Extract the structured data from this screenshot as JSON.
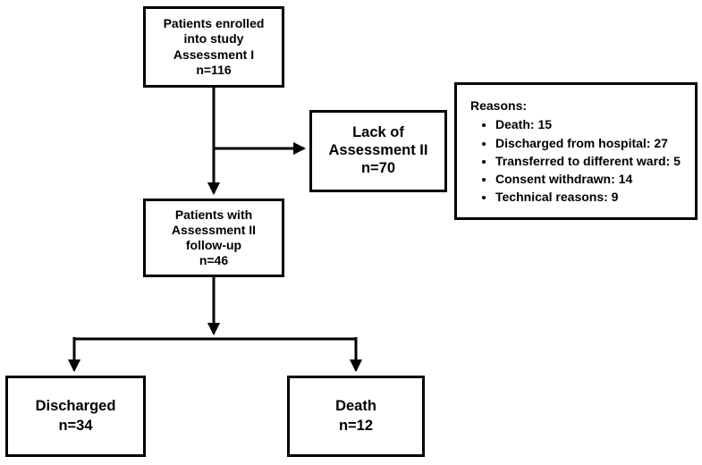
{
  "diagram": {
    "type": "flowchart",
    "topic": "Patient enrollment and follow-up flow"
  },
  "boxes": {
    "enrolled": {
      "text": "Patients enrolled\ninto study\nAssessment I\nn=116",
      "n": 116
    },
    "lack": {
      "text": "Lack of\nAssessment II\nn=70",
      "n": 70
    },
    "followup": {
      "text": "Patients with\nAssessment II\nfollow-up\nn=46",
      "n": 46
    },
    "discharged": {
      "text": "Discharged\nn=34",
      "n": 34
    },
    "death": {
      "text": "Death\nn=12",
      "n": 12
    }
  },
  "reasons": {
    "title": "Reasons:",
    "items": [
      "Death: 15",
      "Discharged from hospital: 27",
      "Transferred to different ward: 5",
      "Consent withdrawn: 14",
      "Technical reasons: 9"
    ]
  },
  "colors": {
    "border": "#000000",
    "background": "#ffffff",
    "text": "#000000",
    "arrow": "#000000"
  }
}
